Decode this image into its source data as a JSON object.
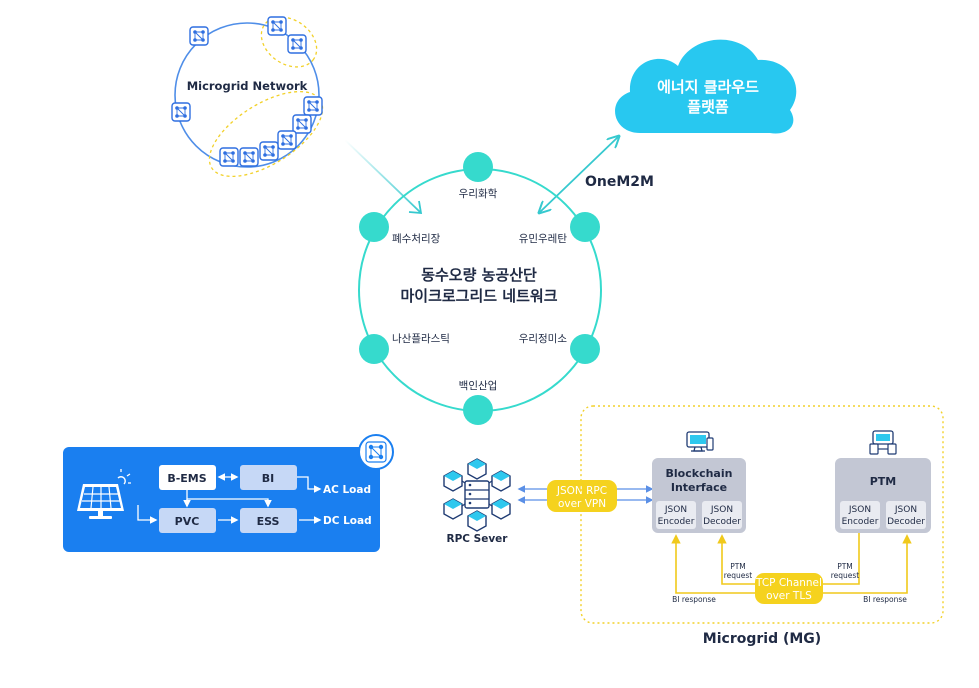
{
  "microgrid_network": {
    "label": "Microgrid Network"
  },
  "cloud": {
    "line1": "에너지 클라우드",
    "line2": "플랫폼"
  },
  "onem2m": "OneM2M",
  "ring": {
    "title_line1": "동수오량 농공산단",
    "title_line2": "마이크로그리드 네트워크",
    "nodes": [
      "우리화학",
      "폐수처리장",
      "유민우레탄",
      "나산플라스틱",
      "우리정미소",
      "백인산업"
    ]
  },
  "mg_box": {
    "bems": "B-EMS",
    "bi": "BI",
    "pvc": "PVC",
    "ess": "ESS",
    "ac_load": "AC Load",
    "dc_load": "DC Load"
  },
  "rpc": {
    "server": "RPC Sever",
    "channel_line1": "JSON RPC",
    "channel_line2": "over VPN"
  },
  "blockchain": {
    "title_line1": "Blockchain",
    "title_line2": "Interface",
    "encoder_line1": "JSON",
    "encoder_line2": "Encoder",
    "decoder_line1": "JSON",
    "decoder_line2": "Decoder"
  },
  "ptm": {
    "title": "PTM",
    "encoder_line1": "JSON",
    "encoder_line2": "Encoder",
    "decoder_line1": "JSON",
    "decoder_line2": "Decoder"
  },
  "tcp": {
    "channel_line1": "TCP Channel",
    "channel_line2": "over TLS",
    "ptm_request_line1": "PTM",
    "ptm_request_line2": "request",
    "bi_response": "BI response"
  },
  "microgrid_label": "Microgrid (MG)",
  "colors": {
    "teal": "#36dacd",
    "cloud": "#28c8f0",
    "blue_box": "#1a7ff0",
    "yellow": "#f5d21e",
    "gray_box": "#c3c7d4",
    "navy": "#1f2a44"
  }
}
